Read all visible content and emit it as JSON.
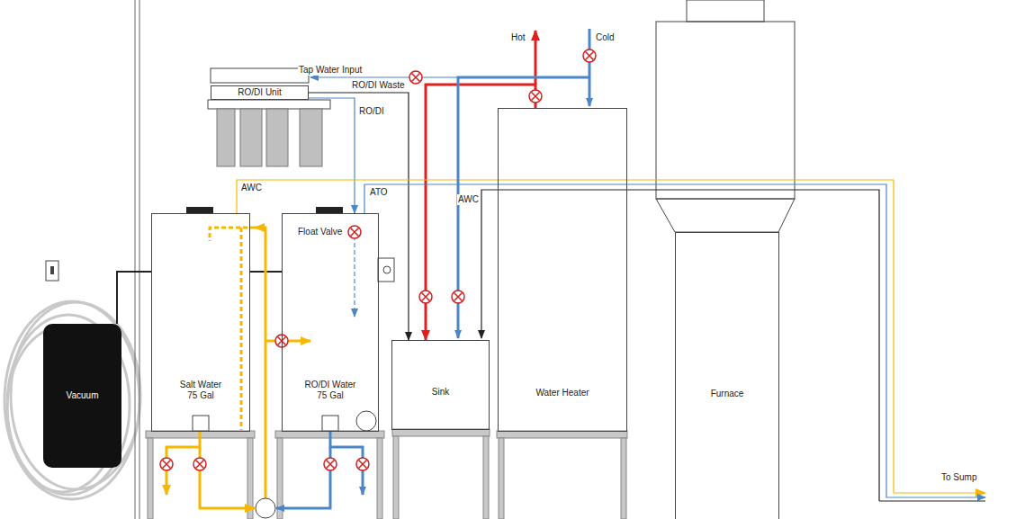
{
  "diagram": {
    "nodes": [
      {
        "text": [
          "RO/DI Unit"
        ]
      },
      {
        "text": [
          "Salt Water 75 Gal"
        ]
      },
      {
        "text": [
          "RO/DI Water 75 Gal"
        ]
      },
      {
        "text": [
          "Sink"
        ]
      },
      {
        "text": [
          "Water Heater"
        ]
      },
      {
        "text": [
          "Furnace"
        ]
      },
      {
        "text": [
          "Vacuum"
        ]
      }
    ],
    "edges": [
      {
        "from": 0,
        "to": 2,
        "label": "RO/DI",
        "arrow": "to"
      },
      {
        "from": 0,
        "to": 3,
        "label": "RO/DI Waste",
        "arrow": "to"
      },
      {
        "from": 4,
        "to": 3,
        "arrow": "to"
      }
    ],
    "labels": [
      "Hot",
      "Cold",
      "Tap Water Input",
      "AWC",
      "ATO",
      "Float Valve",
      "AWC",
      "To Sump"
    ]
  }
}
